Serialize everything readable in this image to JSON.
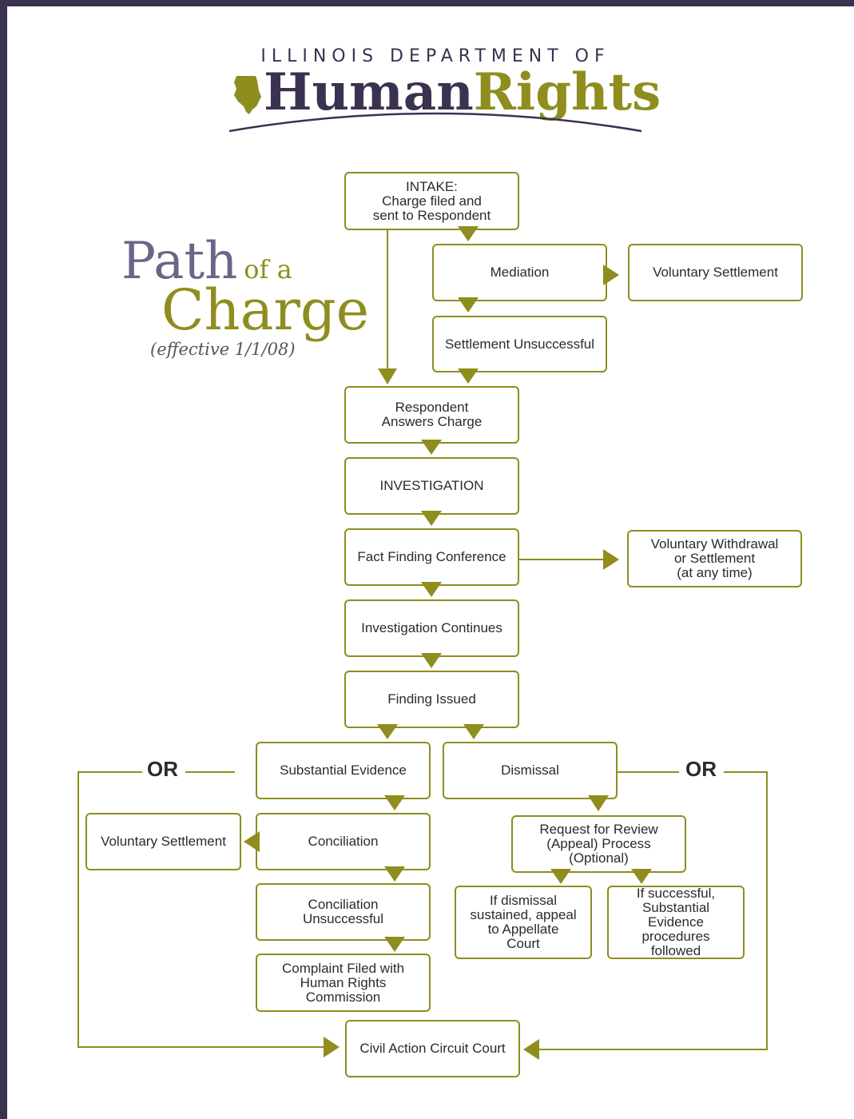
{
  "header": {
    "department": "ILLINOIS DEPARTMENT OF",
    "name_part1": "Human",
    "name_part2": "Rights"
  },
  "title": {
    "path": "Path",
    "of_a": "of a",
    "charge": "Charge",
    "effective": "(effective 1/1/08)"
  },
  "colors": {
    "accent_olive": "#8f8d1e",
    "brand_purple": "#3b3150",
    "title_purple": "#6b6586"
  },
  "or_labels": {
    "left": "OR",
    "right": "OR"
  },
  "boxes": {
    "intake": "INTAKE:\nCharge filed and\nsent to Respondent",
    "mediation": "Mediation",
    "voluntary_settlement_top": "Voluntary Settlement",
    "settlement_unsuccessful": "Settlement Unsuccessful",
    "respondent_answers": "Respondent\nAnswers Charge",
    "investigation": "INVESTIGATION",
    "fact_finding": "Fact Finding Conference",
    "voluntary_withdrawal": "Voluntary Withdrawal\nor Settlement\n(at any time)",
    "investigation_continues": "Investigation Continues",
    "finding_issued": "Finding Issued",
    "substantial_evidence": "Substantial Evidence",
    "dismissal": "Dismissal",
    "voluntary_settlement_left": "Voluntary Settlement",
    "conciliation": "Conciliation",
    "request_review": "Request for Review\n(Appeal) Process\n(Optional)",
    "conciliation_unsuccessful": "Conciliation\nUnsuccessful",
    "dismissal_sustained": "If dismissal\nsustained, appeal\nto Appellate\nCourt",
    "successful": "If successful,\nSubstantial Evidence\nprocedures\nfollowed",
    "complaint_filed": "Complaint Filed with\nHuman Rights\nCommission",
    "civil_action": "Civil Action Circuit Court"
  }
}
